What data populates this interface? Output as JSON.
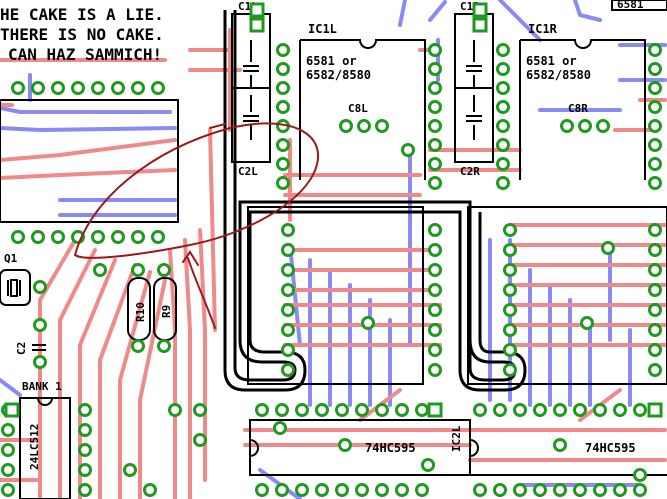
{
  "silkscreen": {
    "joke_line1": "HE CAKE IS A LIE.",
    "joke_line2": "THERE IS NO CAKE.",
    "joke_line3": "CAN HAZ SAMMICH!",
    "c1l": "C1L",
    "c2l": "C2L",
    "c1r": "C1R",
    "c2r": "C2R",
    "ic1l": "IC1L",
    "ic1r": "IC1R",
    "ic1l_part1": "6581 or",
    "ic1l_part2": "6582/8580",
    "ic1r_part1": "6581 or",
    "ic1r_part2": "6582/8580",
    "c8l": "C8L",
    "c8r": "C8R",
    "top_right_partial": "6581",
    "q1": "Q1",
    "c2": "C2",
    "r10": "R10",
    "r9": "R9",
    "bank1": "BANK 1",
    "eeprom": "24LC512",
    "ic2l": "IC2L",
    "shift_left": "74HC595",
    "shift_right": "74HC595"
  },
  "colors": {
    "top_trace": "#f08a8a",
    "bottom_trace": "#8a8af5",
    "pad": "#1f9a1f",
    "silk": "#000000",
    "annotation": "#9a1a1a"
  }
}
